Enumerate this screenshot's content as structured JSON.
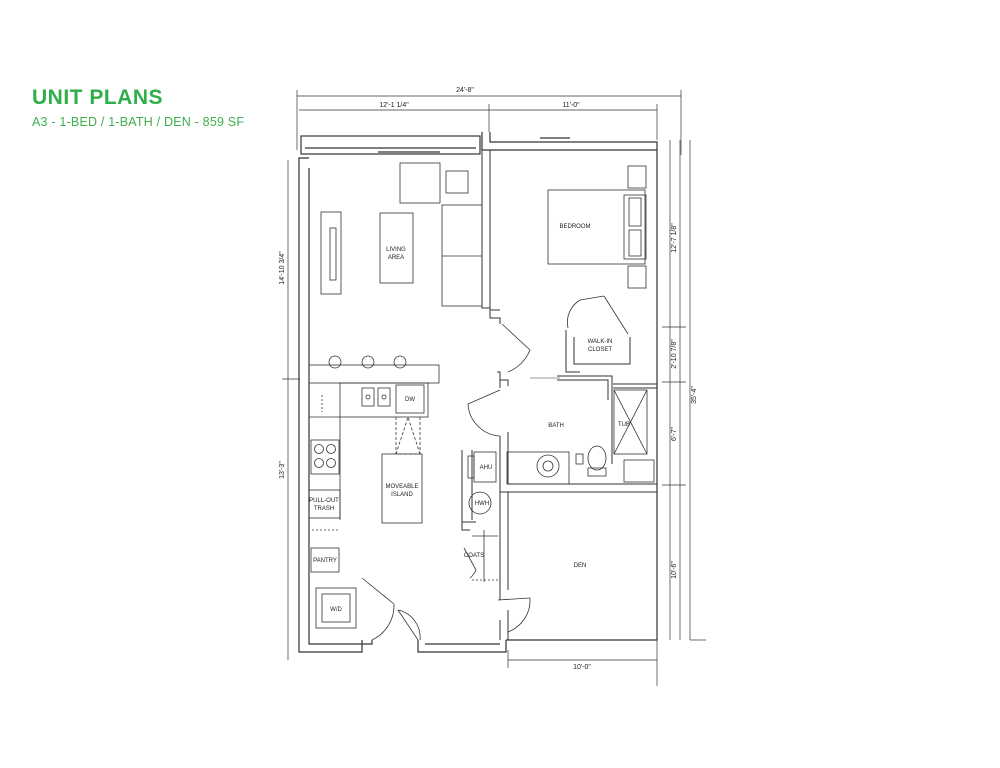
{
  "header": {
    "title": "UNIT PLANS",
    "subtitle": "A3 - 1-BED / 1-BATH / DEN - 859 SF"
  },
  "colors": {
    "accent": "#2fae4a",
    "subtitle": "#3fae4f",
    "line": "#333333"
  },
  "rooms": {
    "living": [
      "LIVING",
      "AREA"
    ],
    "bedroom": "BEDROOM",
    "walkin": [
      "WALK-IN",
      "CLOSET"
    ],
    "bath": "BATH",
    "tub": "TUB",
    "dw": "DW",
    "ahu": "AHU",
    "hwh": "HWH",
    "coats": "COATS",
    "den": "DEN",
    "island": [
      "MOVEABLE",
      "ISLAND"
    ],
    "trash": [
      "PULL-OUT",
      "TRASH"
    ],
    "pantry": "PANTRY",
    "wd": "W/D"
  },
  "dimensions": {
    "overall_width": "24'-8\"",
    "left_width": "12'-1 1/4\"",
    "right_width": "11'-0\"",
    "left_upper": "14'-10 3/4\"",
    "left_lower": "13'-3\"",
    "bed_height": "12'-7 1/8\"",
    "closet_height": "2'-10 7/8\"",
    "bath_height": "6'-7\"",
    "den_height": "10'-6\"",
    "overall_height": "35'-4\"",
    "den_width": "10'-0\""
  }
}
